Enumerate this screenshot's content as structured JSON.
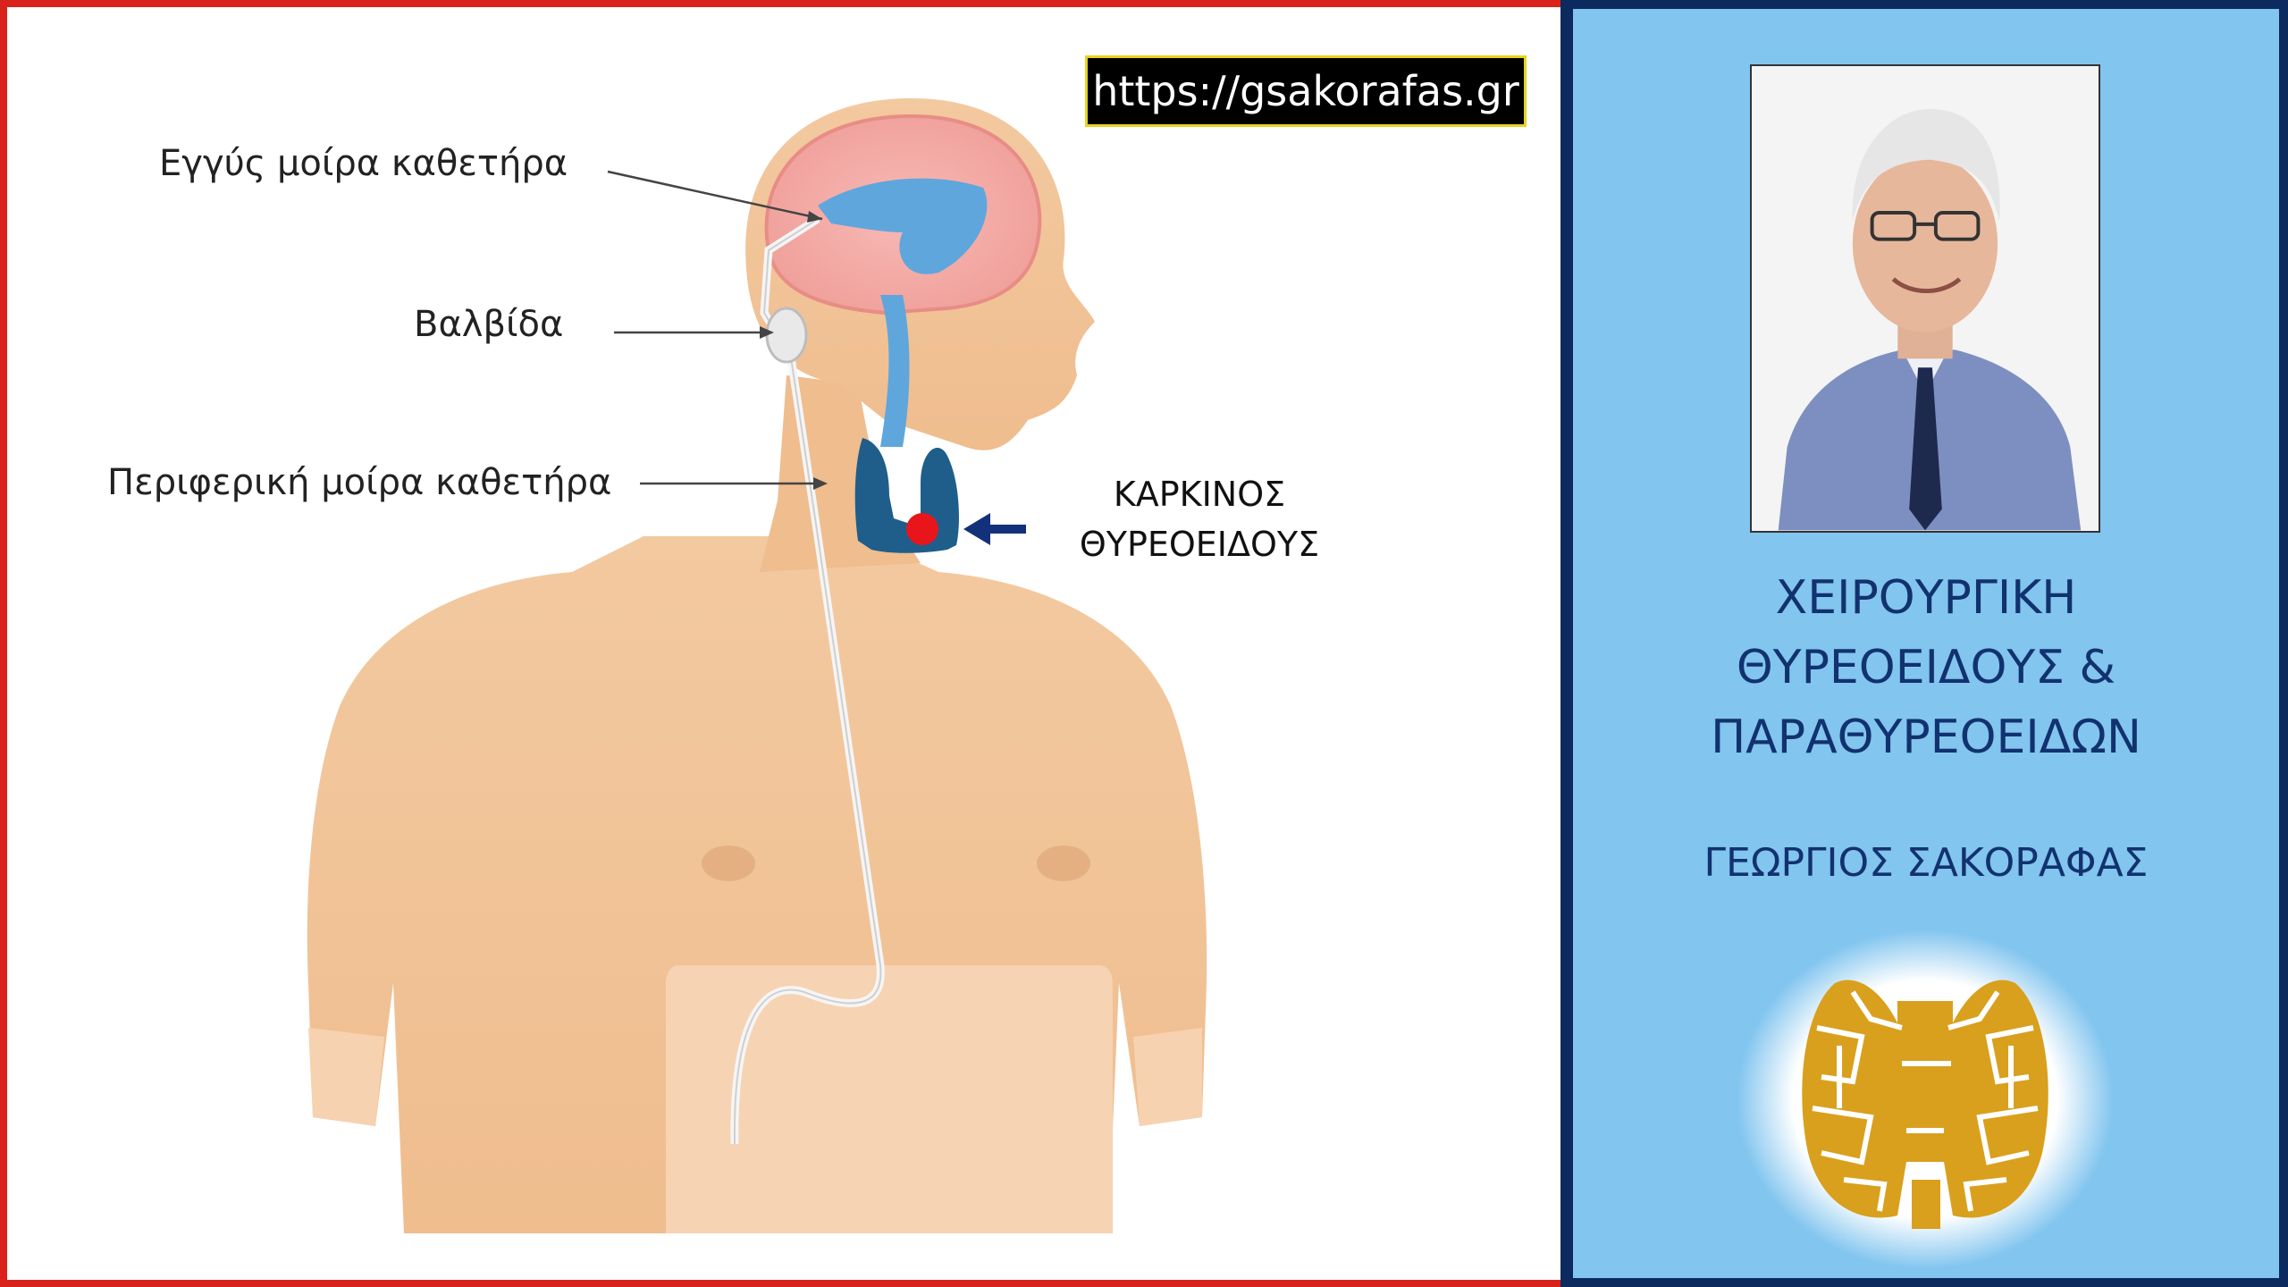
{
  "url": "https://gsakorafas.gr",
  "labels": {
    "proximal": "Εγγύς μοίρα καθετήρα",
    "valve": "Βαλβίδα",
    "peripheral": "Περιφερική μοίρα καθετήρα"
  },
  "cancer": {
    "line1": "ΚΑΡΚΙΝΟΣ",
    "line2": "ΘΥΡΕΟΕΙΔΟΥΣ"
  },
  "title": {
    "line1": "ΧΕΙΡΟΥΡΓΙΚΗ",
    "line2": "ΘΥΡΕΟΕΙΔΟΥΣ &",
    "line3": "ΠΑΡΑΘΥΡΕΟΕΙΔΩΝ"
  },
  "author": "ΓΕΩΡΓΙΟΣ ΣΑΚΟΡΑΦΑΣ",
  "colors": {
    "left_border": "#d9221b",
    "right_bg": "#82c5ef",
    "right_border": "#0d2a5e",
    "title_text": "#12326f",
    "skin": "#f2c49a",
    "thyroid": "#1f5e8a",
    "tumor": "#e8161b",
    "logo_gland": "#d9a01e"
  },
  "icons": [
    "arrow-right-icon",
    "arrow-left-icon"
  ]
}
